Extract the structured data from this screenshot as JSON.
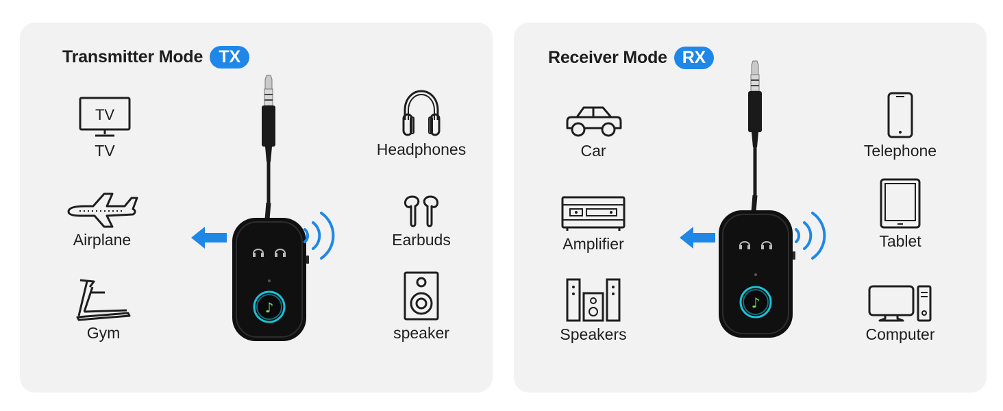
{
  "transmitter": {
    "title": "Transmitter Mode",
    "badge": "TX",
    "devices": [
      {
        "label": "TV",
        "icon": "tv-icon",
        "screen_text": "TV"
      },
      {
        "label": "Airplane",
        "icon": "airplane-icon"
      },
      {
        "label": "Gym",
        "icon": "treadmill-icon"
      },
      {
        "label": "Headphones",
        "icon": "headphones-icon"
      },
      {
        "label": "Earbuds",
        "icon": "earbuds-icon"
      },
      {
        "label": "speaker",
        "icon": "speaker-icon"
      }
    ]
  },
  "receiver": {
    "title": "Receiver Mode",
    "badge": "RX",
    "devices": [
      {
        "label": "Car",
        "icon": "car-icon"
      },
      {
        "label": "Amplifier",
        "icon": "amplifier-icon"
      },
      {
        "label": "Speakers",
        "icon": "speakers-icon"
      },
      {
        "label": "Telephone",
        "icon": "telephone-icon"
      },
      {
        "label": "Tablet",
        "icon": "tablet-icon"
      },
      {
        "label": "Computer",
        "icon": "computer-icon"
      }
    ]
  },
  "colors": {
    "accent": "#1f87e8",
    "panel_bg": "#f2f2f2",
    "text": "#1e1e1e",
    "device_body": "#141414",
    "button_glow": "#19c2d6",
    "button_symbol": "#7be36a"
  }
}
